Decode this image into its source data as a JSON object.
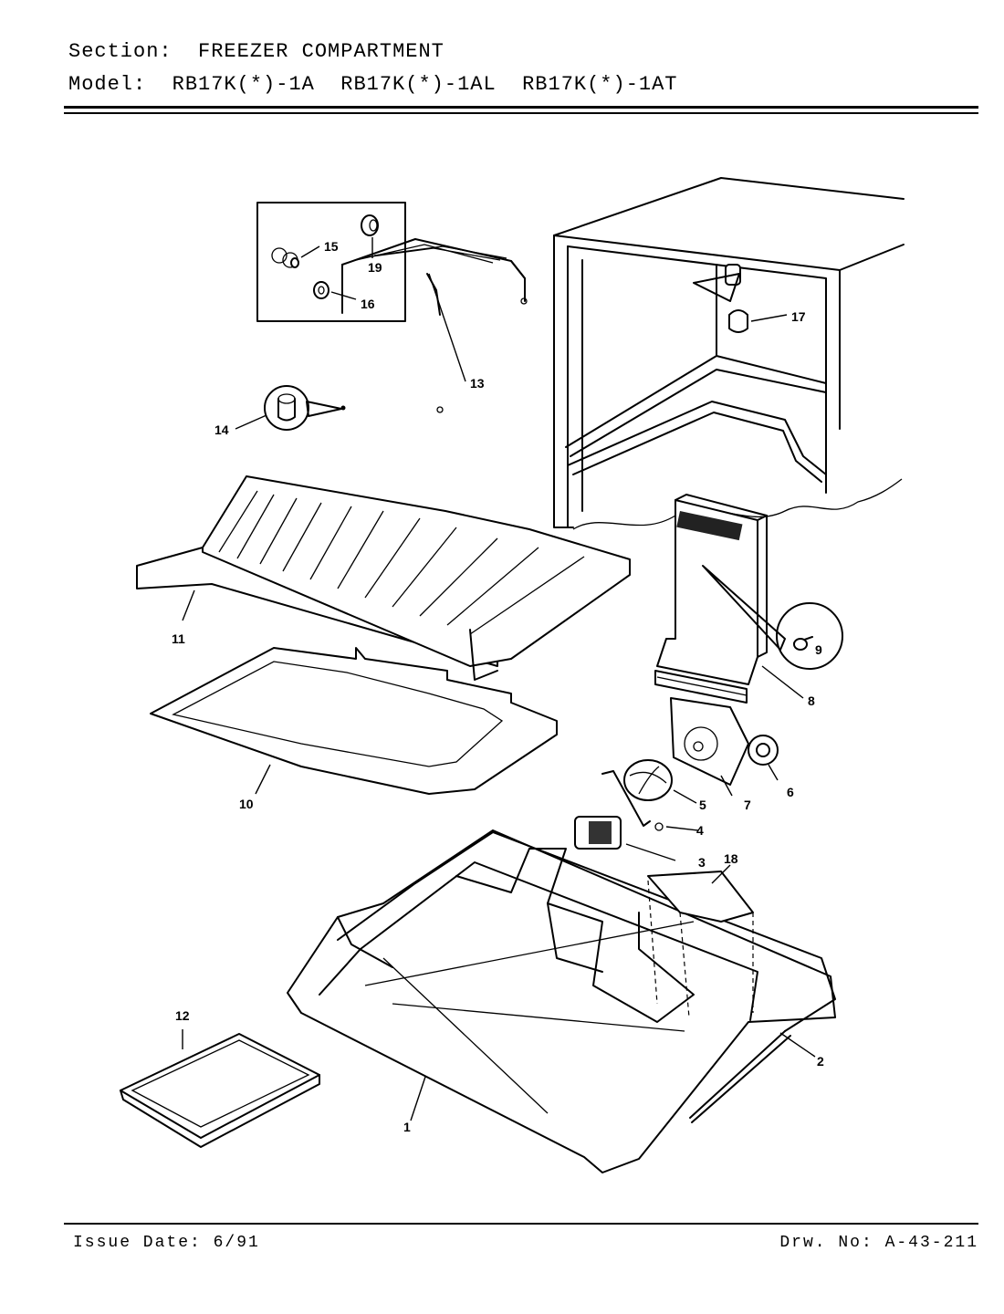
{
  "header": {
    "section_label": "Section:",
    "section_value": "FREEZER COMPARTMENT",
    "model_label": "Model:",
    "model_values": "RB17K(*)-1A  RB17K(*)-1AL  RB17K(*)-1AT"
  },
  "callouts": {
    "c1": "1",
    "c2": "2",
    "c3": "3",
    "c4": "4",
    "c5": "5",
    "c6": "6",
    "c7": "7",
    "c8": "8",
    "c9": "9",
    "c10": "10",
    "c11": "11",
    "c12": "12",
    "c13": "13",
    "c14": "14",
    "c15": "15",
    "c16": "16",
    "c17": "17",
    "c18": "18",
    "c19": "19"
  },
  "footer": {
    "issue_date": "Issue Date: 6/91",
    "drawing_no": "Drw. No: A-43-211"
  }
}
